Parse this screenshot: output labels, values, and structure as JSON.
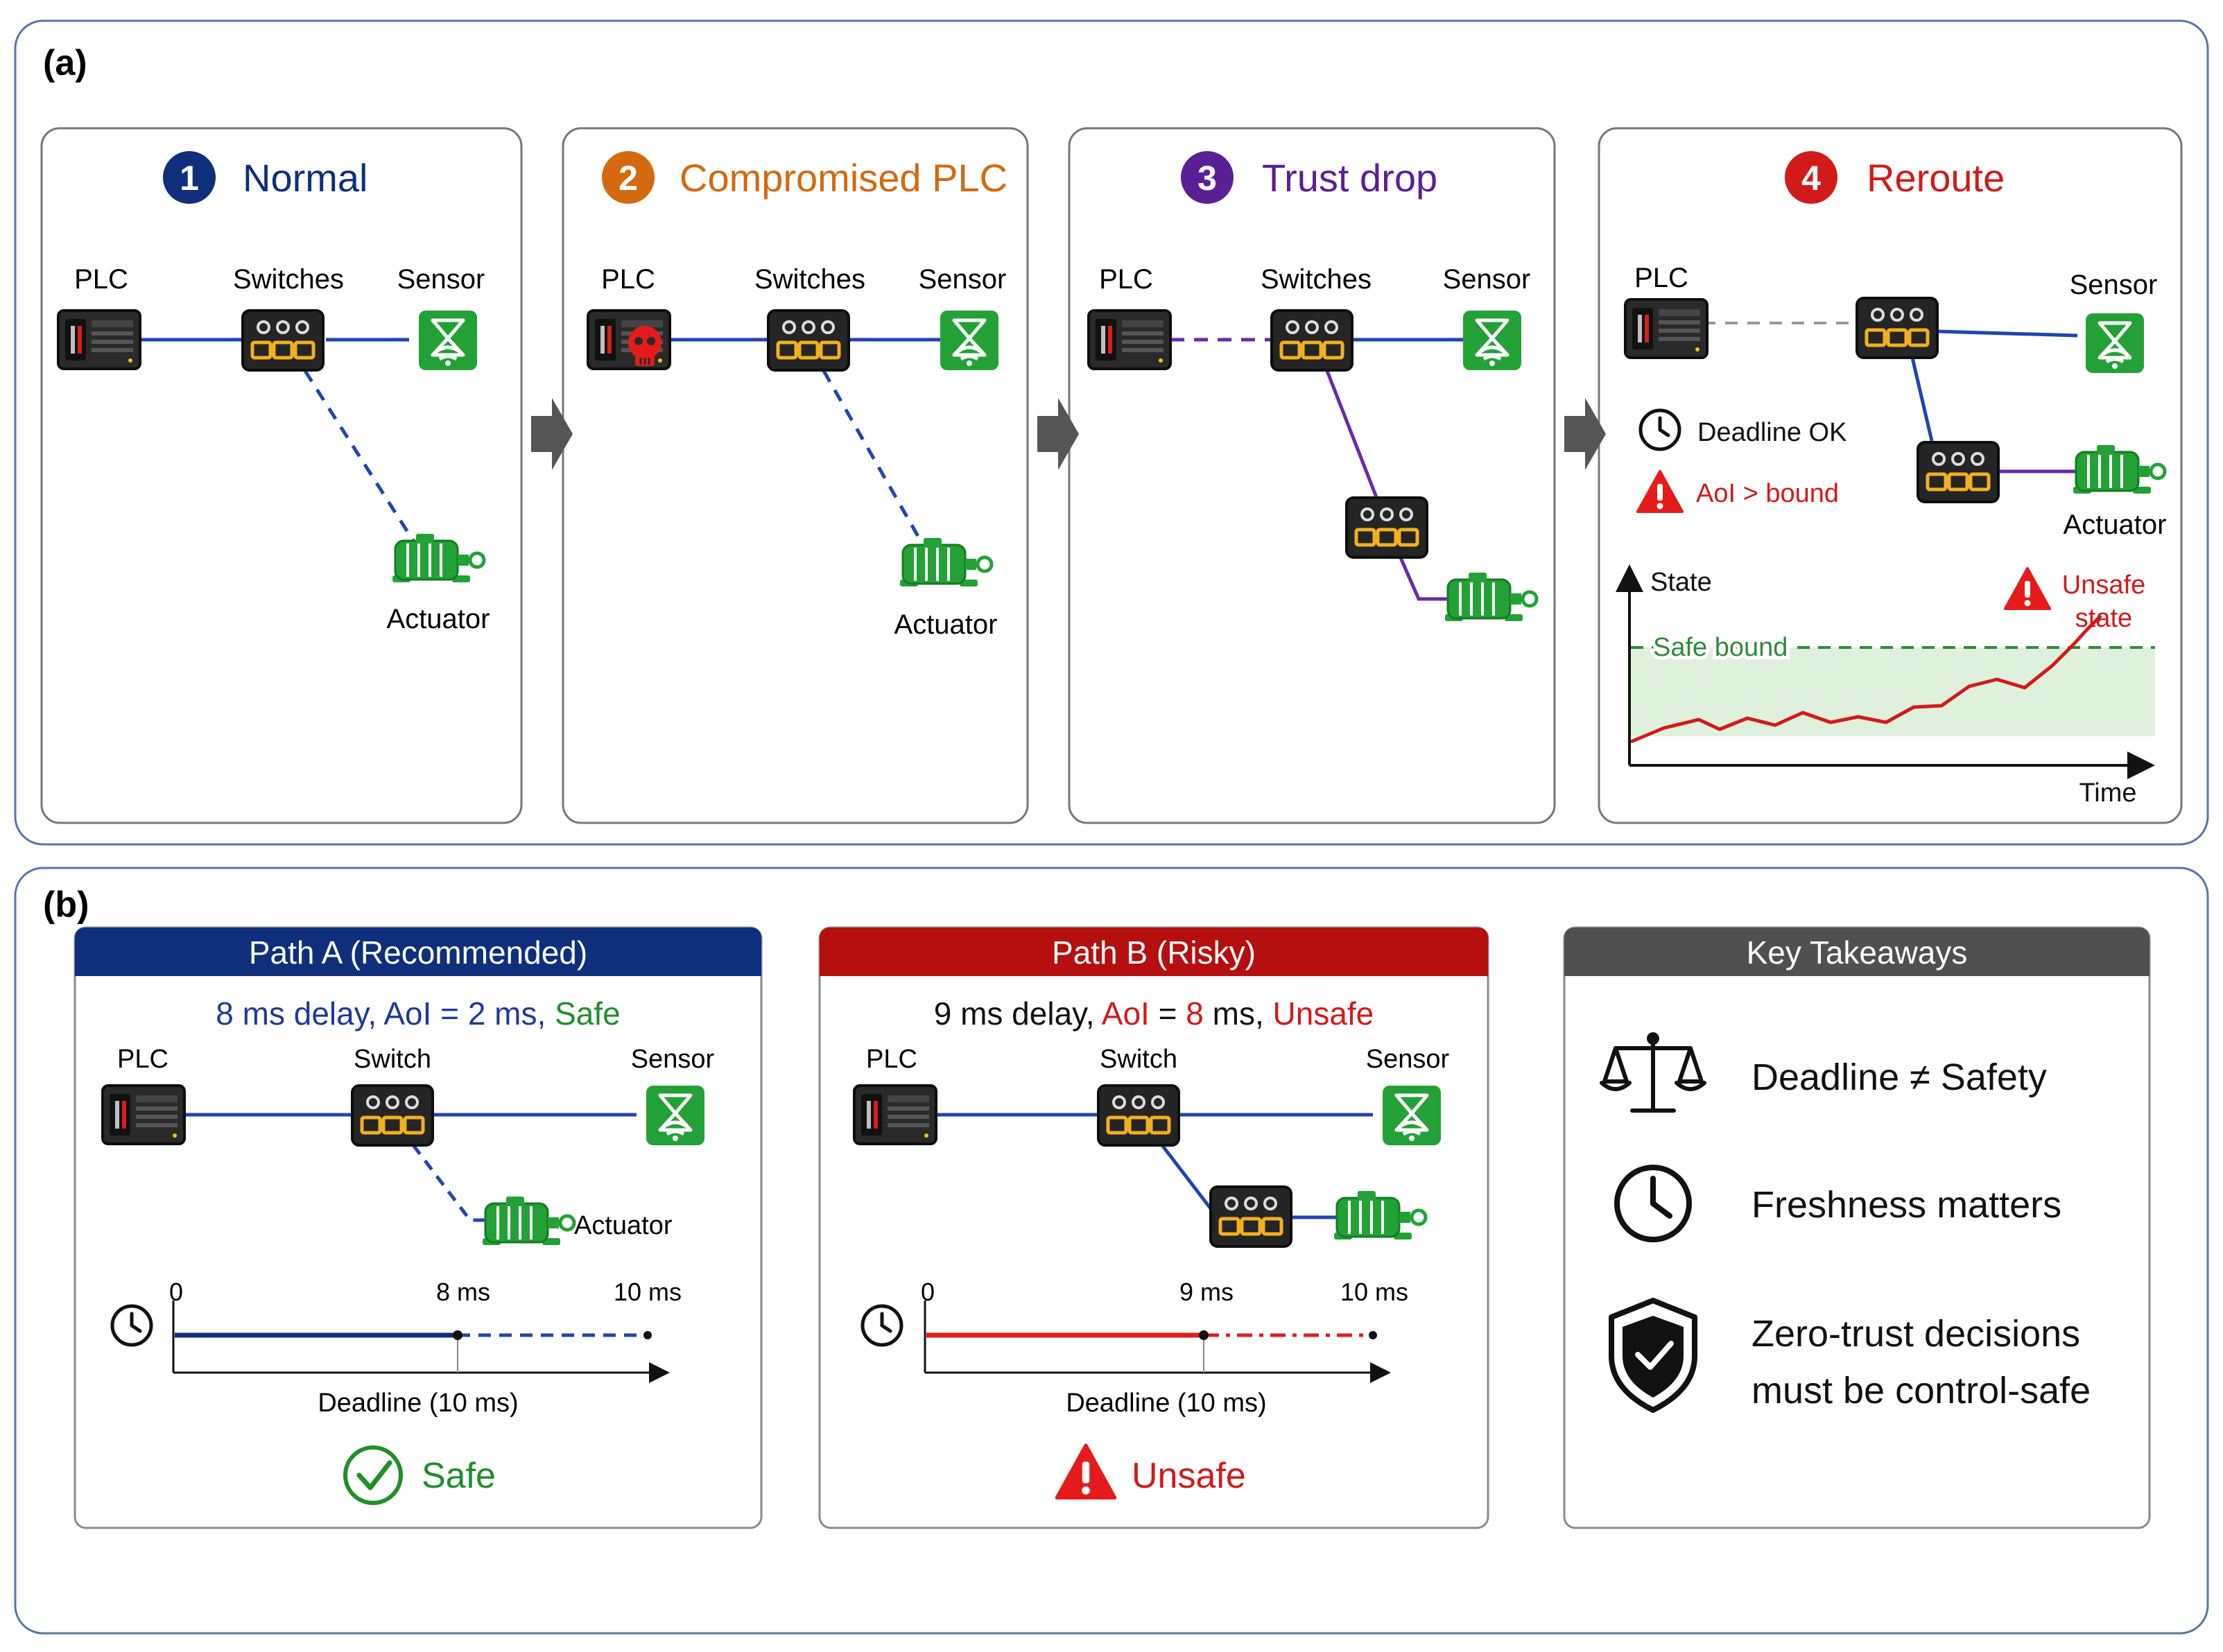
{
  "panel_a": {
    "label": "(a)",
    "steps": [
      {
        "num": "1",
        "title": "Normal",
        "color": "#0f2f7c",
        "nodes": {
          "plc": "PLC",
          "switches": "Switches",
          "sensor": "Sensor",
          "actuator": "Actuator"
        }
      },
      {
        "num": "2",
        "title": "Compromised PLC",
        "color": "#d4690f",
        "nodes": {
          "plc": "PLC",
          "switches": "Switches",
          "sensor": "Sensor",
          "actuator": "Actuator"
        }
      },
      {
        "num": "3",
        "title": "Trust drop",
        "color": "#5b1f95",
        "nodes": {
          "plc": "PLC",
          "switches": "Switches",
          "sensor": "Sensor"
        }
      },
      {
        "num": "4",
        "title": "Reroute",
        "color": "#d21a1a",
        "nodes": {
          "plc": "PLC",
          "sensor": "Sensor",
          "actuator": "Actuator"
        },
        "deadline_ok": "Deadline OK",
        "aoi_bound": "AoI > bound",
        "state_axis": "State",
        "time_axis": "Time",
        "safe_bound": "Safe bound",
        "unsafe_line1": "Unsafe",
        "unsafe_line2": "state"
      }
    ]
  },
  "panel_b": {
    "label": "(b)",
    "path_a": {
      "header": "Path A (Recommended)",
      "header_color": "#0f2f7c",
      "summary": {
        "delay": "8 ms delay,",
        "aoi": "AoI = 2 ms,",
        "verdict": "Safe"
      },
      "nodes": {
        "plc": "PLC",
        "switch": "Switch",
        "sensor": "Sensor",
        "actuator": "Actuator"
      },
      "timeline": {
        "start": "0",
        "mark": "8 ms",
        "end": "10 ms",
        "caption": "Deadline (10 ms)"
      },
      "result": "Safe"
    },
    "path_b": {
      "header": "Path B (Risky)",
      "header_color": "#b50f0f",
      "summary": {
        "delay": "9 ms delay,",
        "aoi_label": "AoI",
        "aoi_eq": "=",
        "aoi_value": "8",
        "aoi_unit": "ms,",
        "verdict": "Unsafe"
      },
      "nodes": {
        "plc": "PLC",
        "switch": "Switch",
        "sensor": "Sensor"
      },
      "timeline": {
        "start": "0",
        "mark": "9 ms",
        "end": "10 ms",
        "caption": "Deadline (10 ms)"
      },
      "result": "Unsafe"
    },
    "takeaways": {
      "header": "Key Takeaways",
      "items": [
        {
          "icon": "scale-icon",
          "line1": "Deadline ≠ Safety",
          "line2": ""
        },
        {
          "icon": "clock-icon",
          "line1": "Freshness matters",
          "line2": ""
        },
        {
          "icon": "shield-check-icon",
          "line1": "Zero-trust decisions",
          "line2": "must be control-safe"
        }
      ]
    }
  },
  "colors": {
    "link_blue": "#1f45b0",
    "link_purple": "#6a2aa8",
    "link_red": "#e51b1b",
    "device_green": "#23a136",
    "safe_green": "#1f8f2a",
    "unsafe_red": "#d21a1a",
    "border_blue": "#5877a8"
  }
}
